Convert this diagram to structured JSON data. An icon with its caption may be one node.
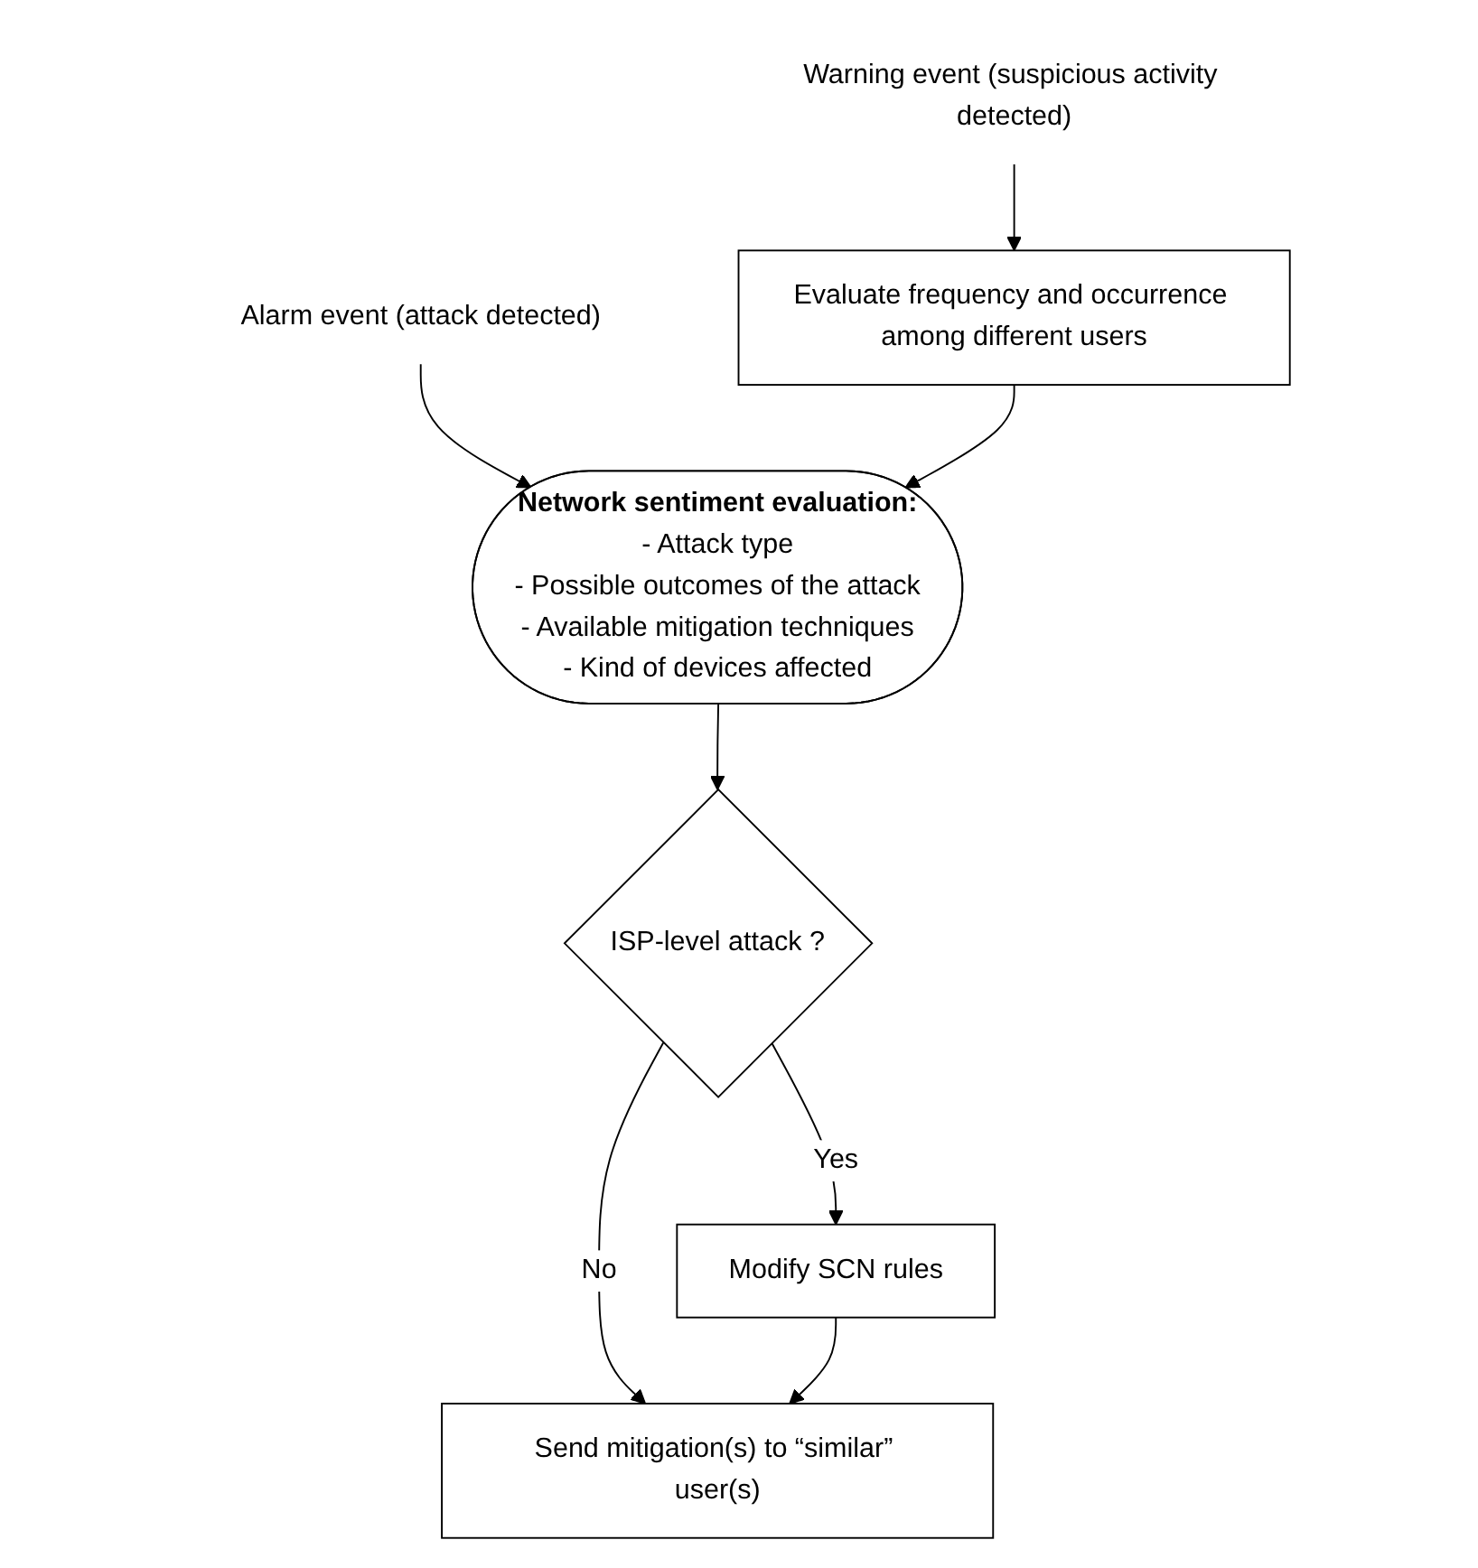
{
  "diagram": {
    "nodes": [
      {
        "text": [
          "Alarm event (attack detected)"
        ]
      },
      {
        "text": [
          "Warning event (suspicious activity detected)"
        ]
      },
      {
        "text": [
          "Evaluate frequency and occurrence among different users"
        ]
      },
      {
        "text": [
          "Network sentiment evaluation:",
          "- Attack type",
          "- Possible outcomes of the attack",
          "- Available mitigation techniques",
          "- Kind of devices affected"
        ]
      },
      {
        "text": [
          "ISP-level attack ?"
        ]
      },
      {
        "text": [
          "Modify SCN rules"
        ]
      },
      {
        "text": [
          "Send mitigation(s) to “similar” user(s)"
        ]
      }
    ],
    "edges": [
      {
        "from": 0,
        "to": 3,
        "arrow": "to"
      },
      {
        "from": 1,
        "to": 2,
        "arrow": "to"
      },
      {
        "from": 2,
        "to": 3,
        "arrow": "to"
      },
      {
        "from": 3,
        "to": 4,
        "arrow": "to"
      },
      {
        "from": 4,
        "to": 5,
        "arrow": "to",
        "label": "Yes"
      },
      {
        "from": 4,
        "to": 6,
        "arrow": "to",
        "label": "No"
      },
      {
        "from": 5,
        "to": 6,
        "arrow": "to"
      }
    ]
  }
}
